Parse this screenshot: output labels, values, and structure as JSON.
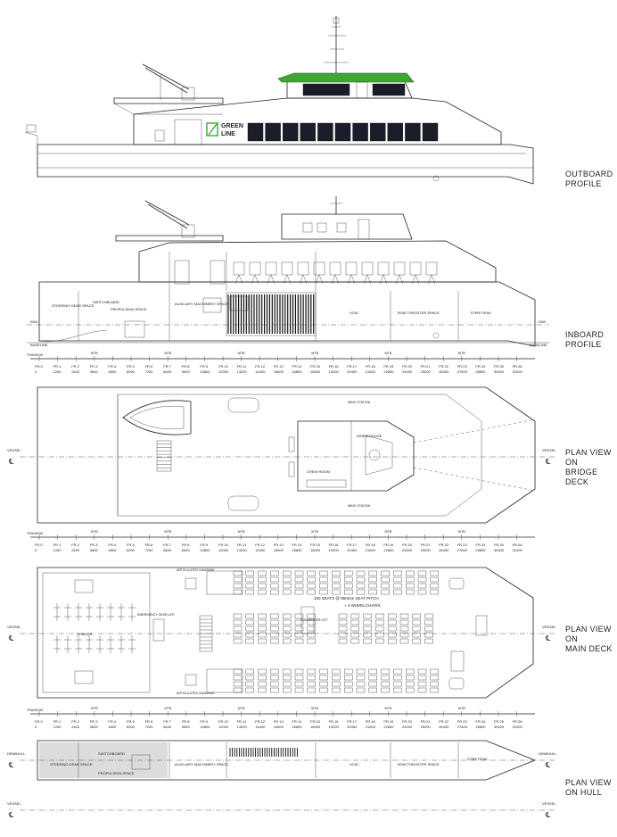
{
  "views": {
    "outboard": [
      "OUTBOARD",
      "PROFILE"
    ],
    "inboard": [
      "INBOARD",
      "PROFILE"
    ],
    "bridge": [
      "PLAN VIEW ON",
      "BRIDGE DECK"
    ],
    "main": [
      "PLAN VIEW ON",
      "MAIN DECK"
    ],
    "hull": [
      "PLAN VIEW",
      "ON HULL"
    ]
  },
  "brand": {
    "line1": "GREEN",
    "line2": "LINE",
    "color": "#3fa535"
  },
  "frames": {
    "names": [
      "FR.0",
      "FR.1",
      "FR.2",
      "FR.3",
      "FR.4",
      "FR.5",
      "FR.6",
      "FR.7",
      "FR.8",
      "FR.9",
      "FR.10",
      "FR.11",
      "FR.12",
      "FR.13",
      "FR.14",
      "FR.15",
      "FR.16",
      "FR.17",
      "FR.18",
      "FR.19",
      "FR.20",
      "FR.21",
      "FR.22",
      "FR.23",
      "FR.24",
      "FR.25",
      "FR.26"
    ],
    "offsets": [
      "0",
      "1200",
      "2400",
      "3600",
      "4800",
      "6000",
      "7200",
      "8400",
      "9600",
      "10800",
      "12000",
      "13200",
      "14400",
      "15600",
      "16800",
      "18000",
      "19200",
      "20400",
      "21600",
      "22800",
      "24000",
      "25200",
      "26400",
      "27600",
      "28800",
      "30000",
      "31200"
    ],
    "transom": "TRANSOM",
    "wtb": "WTB"
  },
  "inboard": {
    "dwl": "DWL",
    "baseline": "BASELINE",
    "steering": "STEERING GEAR SPACE",
    "switchboard": "SWITCHBOARD",
    "propulsion": "PROPULSION SPACE",
    "aux": "AUXILIARY MACHINERY SPACE",
    "void": "VOID",
    "bow_thruster": "BOW THRUSTER SPACE",
    "fore_peak": "FORE PEAK"
  },
  "bridge": {
    "vessel_cl": "VESSEL",
    "crew_room": "CREW ROOM",
    "wheelhouse": "WHEELHOUSE",
    "wing_station": "WING STATION"
  },
  "main": {
    "vessel_cl": "VESSEL",
    "seats_1": "150 SEATS @ 850mm SEAT PITCH",
    "seats_2": "+ 4 WHEELCHAIRS",
    "bikes": "30 BIKES",
    "emergency": "EMERGENCY GEAR LIFE",
    "articulated": "ARTICULATED GANGWAY",
    "lift": "PASSENGER LIFT"
  },
  "hull": {
    "demihull": "DEMIHULL",
    "vessel_cl": "VESSEL",
    "steering": "STEERING GEAR SPACE",
    "switchboard": "SWITCHBOARD",
    "propulsion": "PROPULSION SPACE",
    "aux": "AUXILIARY MACHINERY SPACE",
    "void": "VOID",
    "bow_thruster": "BOW THRUSTER SPACE",
    "fore_peak": "FORE PEAK"
  }
}
